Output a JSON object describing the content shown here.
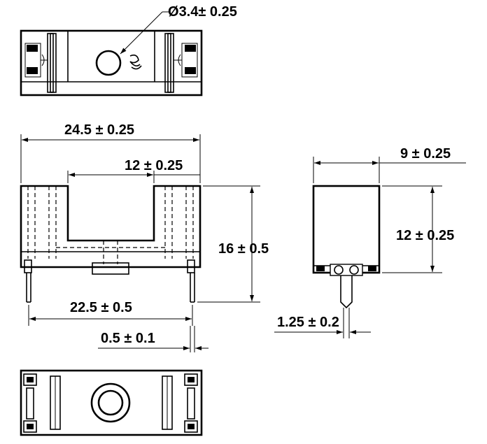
{
  "dimensions": {
    "hole_diameter": "3.4± 0.25",
    "overall_length": "24.5 ± 0.25",
    "opening_width": "12 ± 0.25",
    "height": "16 ± 0.5",
    "pin_spacing": "22.5 ± 0.5",
    "pin_thickness": "0.5 ± 0.1",
    "side_width": "9 ± 0.25",
    "side_height": "12 ± 0.25",
    "pin_width": "1.25 ± 0.2"
  },
  "symbols": {
    "diameter": "Ø"
  }
}
